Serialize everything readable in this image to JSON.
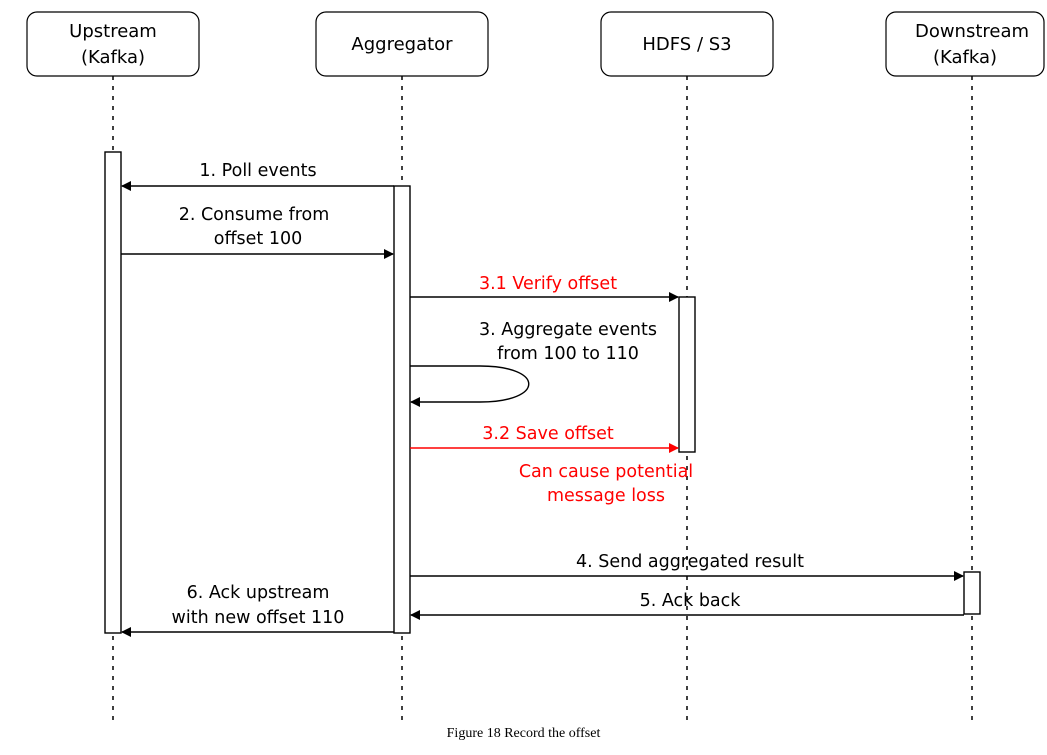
{
  "participants": {
    "upstream": [
      "Upstream",
      "(Kafka)"
    ],
    "aggregator": "Aggregator",
    "storage": "HDFS / S3",
    "downstream": [
      "Downstream",
      "(Kafka)"
    ]
  },
  "messages": {
    "poll": "1. Poll events",
    "consume": [
      "2. Consume from",
      "offset 100"
    ],
    "verify": "3.1 Verify offset",
    "aggregate": [
      "3. Aggregate events",
      "from 100 to 110"
    ],
    "save": "3.2 Save offset",
    "note": [
      "Can cause potential",
      "message loss"
    ],
    "send": "4. Send aggregated result",
    "ack_back": "5. Ack back",
    "ack_upstream": [
      "6. Ack upstream",
      "with new offset 110"
    ]
  },
  "caption": "Figure 18 Record the offset",
  "colors": {
    "line": "#000000",
    "highlight": "#ff0000"
  }
}
